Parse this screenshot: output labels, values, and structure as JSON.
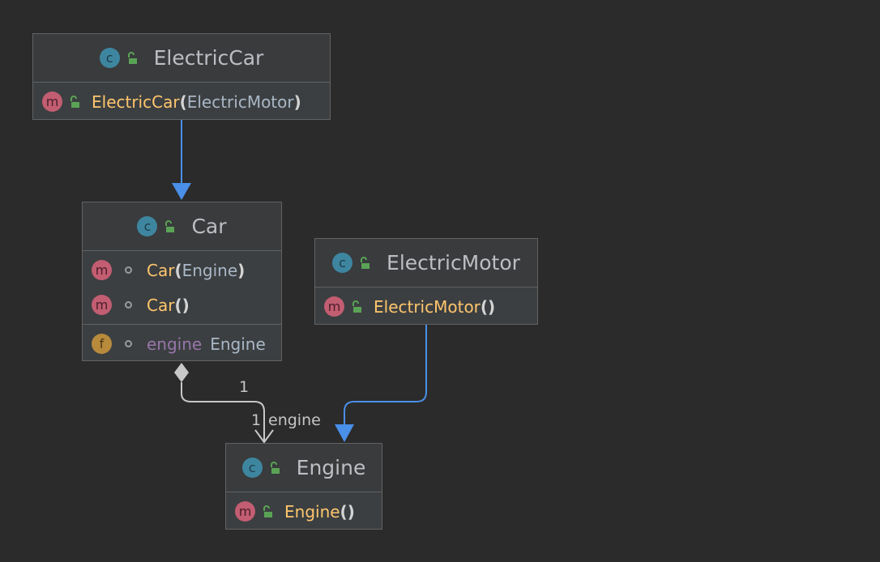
{
  "nodes": {
    "electric_car": {
      "name": "ElectricCar",
      "badge": "c",
      "methods": [
        {
          "badge": "m",
          "name": "ElectricCar",
          "open": "(",
          "params": "ElectricMotor",
          "close": ")"
        }
      ]
    },
    "car": {
      "name": "Car",
      "badge": "c",
      "methods": [
        {
          "badge": "m",
          "name": "Car",
          "open": "(",
          "params": "Engine",
          "close": ")"
        },
        {
          "badge": "m",
          "name": "Car",
          "open": "(",
          "params": "",
          "close": ")"
        }
      ],
      "fields": [
        {
          "badge": "f",
          "name": "engine",
          "type": "Engine"
        }
      ]
    },
    "electric_motor": {
      "name": "ElectricMotor",
      "badge": "c",
      "methods": [
        {
          "badge": "m",
          "name": "ElectricMotor",
          "open": "(",
          "params": "",
          "close": ")"
        }
      ]
    },
    "engine": {
      "name": "Engine",
      "badge": "c",
      "methods": [
        {
          "badge": "m",
          "name": "Engine",
          "open": "(",
          "params": "",
          "close": ")"
        }
      ]
    }
  },
  "edges": {
    "composition_source_multiplicity": "1",
    "composition_target_multiplicity": "1",
    "composition_role": "engine"
  },
  "colors": {
    "background": "#2b2b2b",
    "dependency_arrow": "#4a8fe8",
    "composition_line": "#c8c8c8",
    "lock_icon": "#5aa356",
    "method_name": "#ffc66d",
    "field_name": "#9876aa"
  },
  "icons": {
    "class_badge": "class-c-icon",
    "method_badge": "method-m-icon",
    "field_badge": "field-f-icon",
    "public_visibility": "open-lock-icon",
    "package_visibility": "package-dot-icon"
  }
}
